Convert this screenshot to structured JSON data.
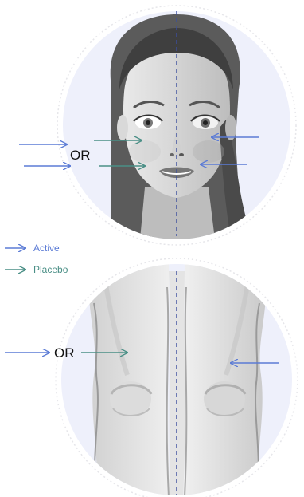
{
  "face_panel": {
    "or_label": "OR"
  },
  "legend": {
    "items": [
      {
        "label": "Active",
        "color": "#5b7bd5"
      },
      {
        "label": "Placebo",
        "color": "#4a8f86"
      }
    ]
  },
  "knee_panel": {
    "or_label": "OR"
  },
  "colors": {
    "active": "#5b7bd5",
    "placebo": "#4a8f86",
    "circle_fill": "#eef0fb",
    "midline": "#3b4e9e"
  }
}
